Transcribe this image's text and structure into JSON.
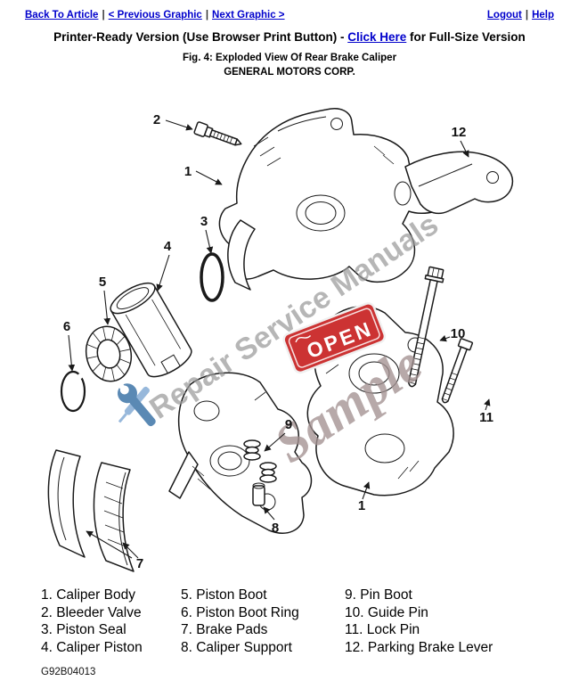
{
  "nav": {
    "back_to_article": "Back To Article",
    "previous_graphic": "< Previous Graphic",
    "next_graphic": "Next Graphic >",
    "logout": "Logout",
    "help": "Help",
    "separator": "|"
  },
  "header": {
    "printer_line_prefix": "Printer-Ready Version (Use Browser Print Button) - ",
    "printer_line_link": "Click Here",
    "printer_line_suffix": " for Full-Size Version",
    "figure_caption": "Fig. 4: Exploded View Of Rear Brake Caliper",
    "company": "GENERAL MOTORS CORP."
  },
  "diagram": {
    "callouts": [
      "1",
      "2",
      "3",
      "4",
      "5",
      "6",
      "7",
      "8",
      "9",
      "10",
      "11",
      "12"
    ],
    "watermark_line": "Repair Service Manuals",
    "watermark_sample": "Sample",
    "open_sign_text": "OPEN",
    "colors": {
      "watermark": "#9b9b9b",
      "sample": "#a39292",
      "open_sign": "#cc3333",
      "tools": "#4d7fae"
    }
  },
  "legend": {
    "columns": [
      {
        "items": [
          "1. Caliper Body",
          "2. Bleeder Valve",
          "3. Piston Seal",
          "4. Caliper Piston"
        ]
      },
      {
        "items": [
          "5. Piston Boot",
          "6. Piston Boot Ring",
          "7. Brake Pads",
          "8. Caliper Support"
        ]
      },
      {
        "items": [
          "9. Pin Boot",
          "10. Guide Pin",
          "11. Lock Pin",
          "12. Parking Brake Lever"
        ]
      }
    ]
  },
  "footer": {
    "document_code": "G92B04013"
  }
}
